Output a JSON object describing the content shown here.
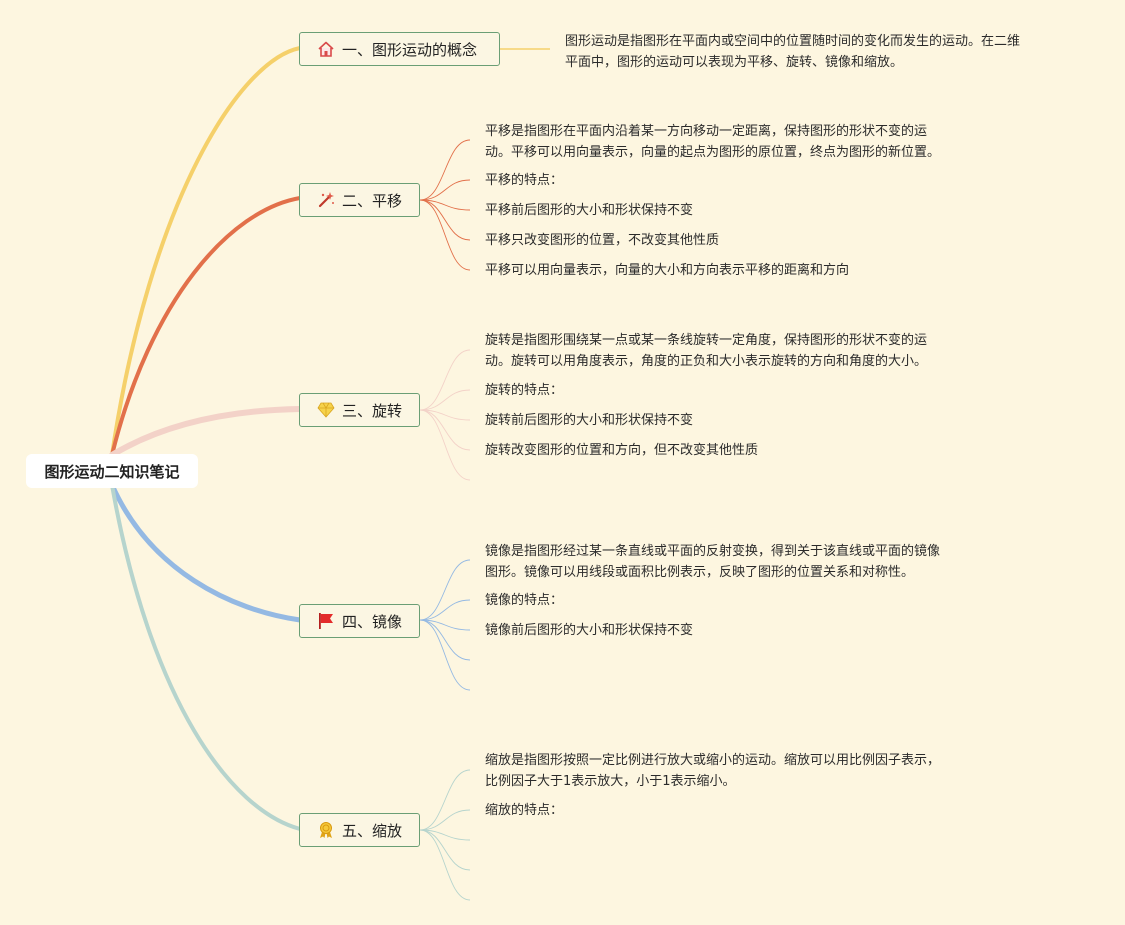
{
  "root": {
    "label": "图形运动二知识笔记"
  },
  "branches": [
    {
      "label": "一、图形运动的概念",
      "icon": "house-icon",
      "color": "#f5d06a"
    },
    {
      "label": "二、平移",
      "icon": "magic-wand-icon",
      "color": "#e2704a"
    },
    {
      "label": "三、旋转",
      "icon": "diamond-icon",
      "color": "#f3d2c8"
    },
    {
      "label": "四、镜像",
      "icon": "flag-icon",
      "color": "#94b9e3"
    },
    {
      "label": "五、缩放",
      "icon": "award-medal-icon",
      "color": "#b6d4cd"
    }
  ],
  "notes": {
    "concept": [
      "图形运动是指图形在平面内或空间中的位置随时间的变化而发生的运动。在二维",
      "平面中，图形的运动可以表现为平移、旋转、镜像和缩放。"
    ],
    "translation": [
      [
        "平移是指图形在平面内沿着某一方向移动一定距离，保持图形的形状不变的运",
        "动。平移可以用向量表示，向量的起点为图形的原位置，终点为图形的新位置。"
      ],
      [
        "平移的特点："
      ],
      [
        "平移前后图形的大小和形状保持不变"
      ],
      [
        "平移只改变图形的位置，不改变其他性质"
      ],
      [
        "平移可以用向量表示，向量的大小和方向表示平移的距离和方向"
      ]
    ],
    "rotation": [
      [
        "旋转是指图形围绕某一点或某一条线旋转一定角度，保持图形的形状不变的运",
        "动。旋转可以用角度表示，角度的正负和大小表示旋转的方向和角度的大小。"
      ],
      [
        "旋转的特点："
      ],
      [
        "旋转前后图形的大小和形状保持不变"
      ],
      [
        "旋转改变图形的位置和方向，但不改变其他性质"
      ]
    ],
    "mirror": [
      [
        "镜像是指图形经过某一条直线或平面的反射变换，得到关于该直线或平面的镜像",
        "图形。镜像可以用线段或面积比例表示，反映了图形的位置关系和对称性。"
      ],
      [
        "镜像的特点："
      ],
      [
        "镜像前后图形的大小和形状保持不变"
      ]
    ],
    "scaling": [
      [
        "缩放是指图形按照一定比例进行放大或缩小的运动。缩放可以用比例因子表示，",
        "比例因子大于1表示放大，小于1表示缩小。"
      ],
      [
        "缩放的特点："
      ]
    ]
  }
}
